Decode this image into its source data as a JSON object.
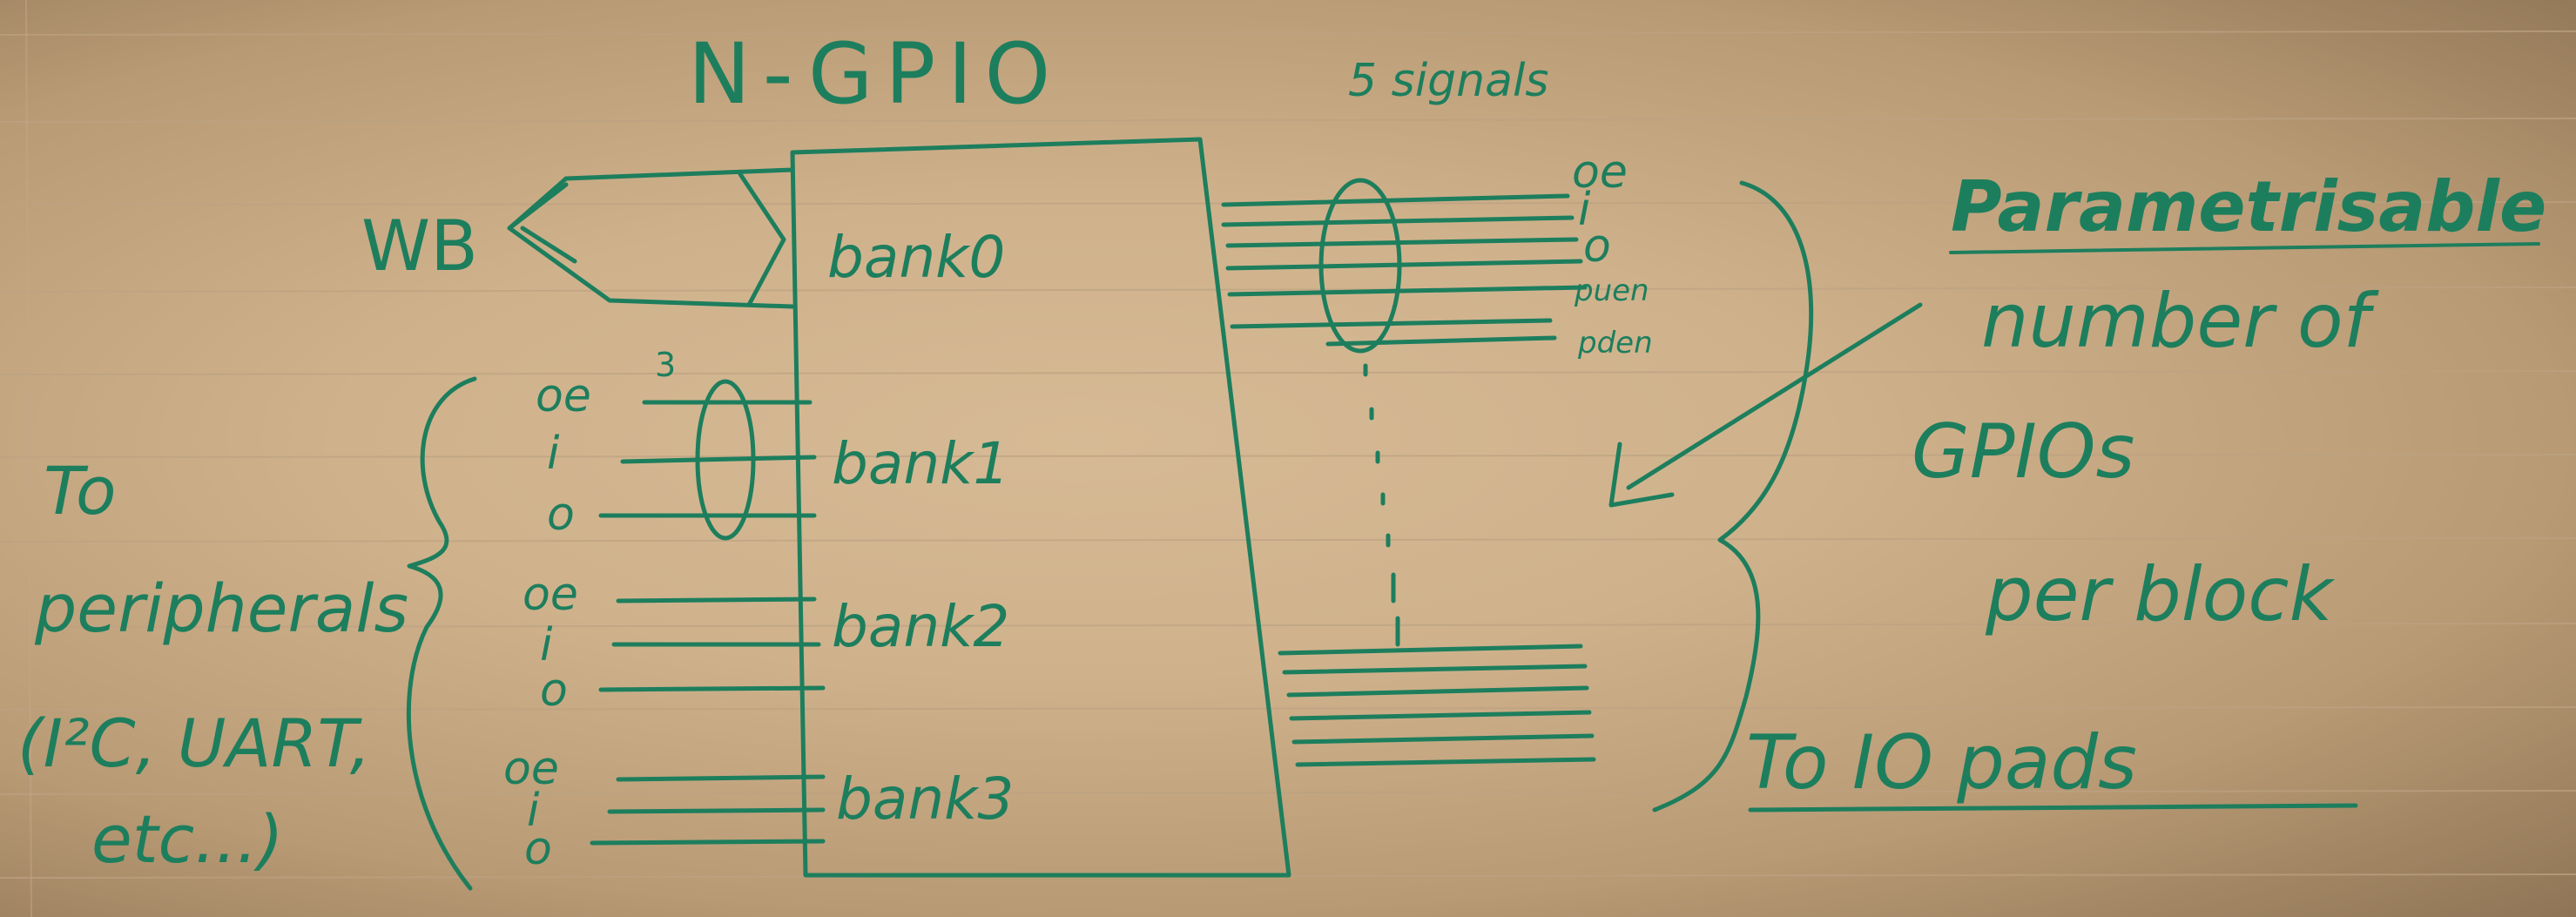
{
  "colors": {
    "ink": "#1d7e5d",
    "paper": "#d2b68f"
  },
  "diagram": {
    "title": "N-GPIO",
    "wishbone_label": "WB",
    "banks": [
      "bank0",
      "bank1",
      "bank2",
      "bank3"
    ],
    "input_signal_groups": [
      {
        "labels": [
          "oe",
          "i",
          "o"
        ]
      },
      {
        "labels": [
          "oe",
          "i",
          "o"
        ]
      },
      {
        "labels": [
          "oe",
          "i",
          "o"
        ]
      }
    ],
    "input_signal_count": "3",
    "output_signals_header": "5 signals",
    "output_signals": [
      "oe",
      "i",
      "o",
      "puen",
      "pden"
    ],
    "dots": ". . . . . . .",
    "left_note": {
      "line1": "To",
      "line2": "peripherals",
      "line3": "(I²C, UART,",
      "line4": "etc...)"
    },
    "right_note": {
      "line1": "Parametrisable",
      "line2": "number of",
      "line3": "GPIOs",
      "line4": "per block"
    },
    "bottom_note": "To IO pads"
  }
}
